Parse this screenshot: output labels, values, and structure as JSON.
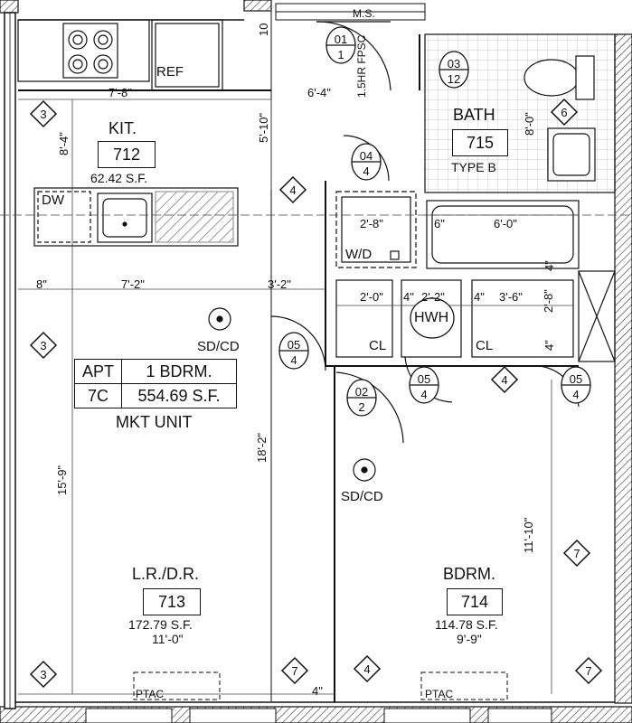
{
  "unit": {
    "apt_label": "APT",
    "apt_number": "7C",
    "bedrooms": "1 BDRM.",
    "area": "554.69 S.F.",
    "market": "MKT UNIT"
  },
  "rooms": {
    "kitchen": {
      "name": "KIT.",
      "number": "712",
      "area": "62.42 S.F."
    },
    "bath": {
      "name": "BATH",
      "number": "715",
      "type": "TYPE B"
    },
    "living": {
      "name": "L.R./D.R.",
      "number": "713",
      "area": "172.79 S.F.",
      "width": "11'-0\""
    },
    "bedroom": {
      "name": "BDRM.",
      "number": "714",
      "area": "114.78 S.F.",
      "width": "9'-9\""
    }
  },
  "fixtures": {
    "ref": "REF",
    "dw": "DW",
    "wd": "W/D",
    "hwh": "HWH",
    "cl1": "CL",
    "cl2": "CL",
    "ptac1": "PTAC",
    "ptac2": "PTAC",
    "sd1": "SD/CD",
    "sd2": "SD/CD",
    "ms": "M.S.",
    "fpsc": "1.5HR FPSC"
  },
  "dimensions": {
    "kit_width": "7'-8\"",
    "kit_depth": "8'-4\"",
    "hall_width": "6'-4\"",
    "hall_depth": "5'-10\"",
    "top_10": "10",
    "bath_depth": "8'-0\"",
    "wd_width": "2'-8\"",
    "tub_gap": "6\"",
    "tub_width": "6'-0\"",
    "gap_4a": "4\"",
    "left_8": "8\"",
    "island_width": "7'-2\"",
    "hall_3_2": "3'-2\"",
    "cl1_width": "2'-0\"",
    "hwh_4": "4\"",
    "hwh_width": "2'-2\"",
    "cl2_4": "4\"",
    "cl2_width": "3'-6\"",
    "cl2_depth": "2'-8\"",
    "gap_4b": "4\"",
    "lr_depth": "15'-9\"",
    "hall_length": "18'-2\"",
    "bdrm_depth": "11'-10\"",
    "wall_4": "4\""
  },
  "door_tags": [
    {
      "top": "01",
      "bottom": "1"
    },
    {
      "top": "03",
      "bottom": "12"
    },
    {
      "top": "04",
      "bottom": "4"
    },
    {
      "top": "05",
      "bottom": "4"
    },
    {
      "top": "02",
      "bottom": "2"
    },
    {
      "top": "05",
      "bottom": "4"
    },
    {
      "top": "05",
      "bottom": "4"
    }
  ],
  "wall_tags": {
    "t3": "3",
    "t4": "4",
    "t6": "6",
    "t7": "7"
  }
}
